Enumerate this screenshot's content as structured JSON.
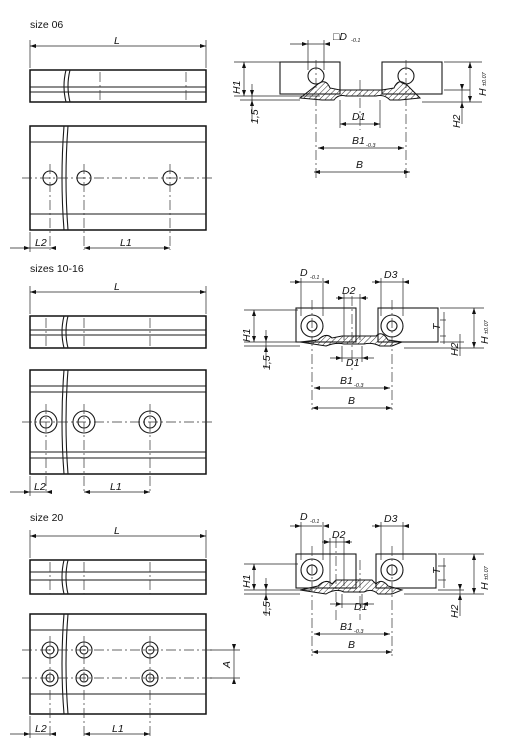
{
  "sections": [
    {
      "title": "size 06"
    },
    {
      "title": "sizes 10-16"
    },
    {
      "title": "size 20"
    }
  ],
  "labels": {
    "L": "L",
    "L1": "L1",
    "L2": "L2",
    "A": "A",
    "B": "B",
    "B1": "B1",
    "B1_tol": "-0.3",
    "D": "D",
    "D_tol": "-0.1",
    "D1": "D1",
    "D2": "D2",
    "D3": "D3",
    "H": "H",
    "H_tol": "±0.07",
    "H1": "H1",
    "H2": "H2",
    "T": "T",
    "dim_15": "1,5",
    "square_symbol": "□"
  }
}
